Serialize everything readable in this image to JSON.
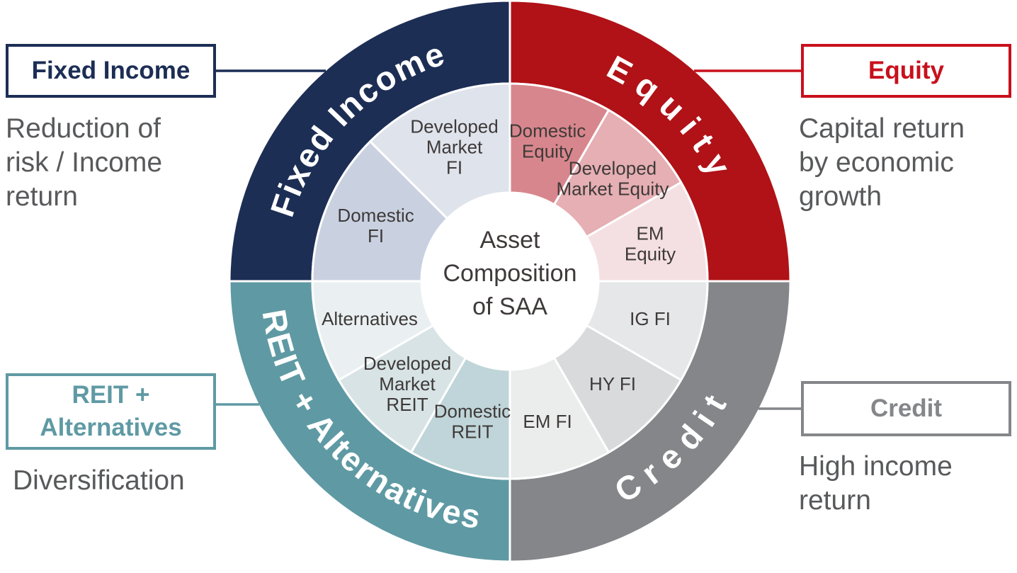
{
  "title": "Asset Composition of SAA",
  "text_color": "#58595b",
  "wheel": {
    "center_lines": [
      "Asset",
      "Composition",
      "of SAA"
    ],
    "quadrants": [
      {
        "id": "fixed-income",
        "label": "Fixed Income",
        "color": "#1d2e55",
        "label_position": "top",
        "start": 180,
        "end": 270,
        "segments": [
          {
            "lines": [
              "Domestic",
              "FI"
            ],
            "color": "#c9d1e1",
            "start": 180,
            "end": 225
          },
          {
            "lines": [
              "Developed",
              "Market",
              "FI"
            ],
            "color": "#dfe3ec",
            "start": 225,
            "end": 270
          }
        ]
      },
      {
        "id": "equity",
        "label": "Equity",
        "color": "#b01217",
        "label_position": "top",
        "start": 270,
        "end": 360,
        "segments": [
          {
            "lines": [
              "Domestic",
              "Equity"
            ],
            "color": "#d8868d",
            "start": 270,
            "end": 300
          },
          {
            "lines": [
              "Developed",
              "Market Equity"
            ],
            "color": "#e5afb3",
            "start": 300,
            "end": 330
          },
          {
            "lines": [
              "EM",
              "Equity"
            ],
            "color": "#f4e0e2",
            "start": 330,
            "end": 360
          }
        ]
      },
      {
        "id": "credit",
        "label": "Credit",
        "color": "#85868a",
        "label_position": "bottom",
        "start": 0,
        "end": 90,
        "segments": [
          {
            "lines": [
              "IG FI"
            ],
            "color": "#e6e7e9",
            "start": 0,
            "end": 30
          },
          {
            "lines": [
              "HY FI"
            ],
            "color": "#d8dadc",
            "start": 30,
            "end": 60
          },
          {
            "lines": [
              "EM FI"
            ],
            "color": "#ebecec",
            "start": 60,
            "end": 90
          }
        ]
      },
      {
        "id": "reit-alternatives",
        "label": "REIT + Alternatives",
        "color": "#5f9aa4",
        "label_position": "bottom",
        "start": 90,
        "end": 180,
        "segments": [
          {
            "lines": [
              "Domestic",
              "REIT"
            ],
            "color": "#c0d5d9",
            "start": 90,
            "end": 120
          },
          {
            "lines": [
              "Developed",
              "Market",
              "REIT"
            ],
            "color": "#d7e3e5",
            "start": 120,
            "end": 150
          },
          {
            "lines": [
              "Alternatives"
            ],
            "color": "#eaf0f1",
            "start": 150,
            "end": 180
          }
        ]
      }
    ]
  },
  "callouts": [
    {
      "id": "fixed-income",
      "box_lines": [
        "Fixed Income"
      ],
      "desc_lines": [
        "Reduction of",
        "risk / Income",
        "return"
      ],
      "color": "#1d2e55"
    },
    {
      "id": "equity",
      "box_lines": [
        "Equity"
      ],
      "desc_lines": [
        "Capital return",
        "by economic",
        "growth"
      ],
      "color": "#c8101c"
    },
    {
      "id": "reit-alternatives",
      "box_lines": [
        "REIT +",
        "Alternatives"
      ],
      "desc_lines": [
        "Diversification"
      ],
      "color": "#5f9aa4"
    },
    {
      "id": "credit",
      "box_lines": [
        "Credit"
      ],
      "desc_lines": [
        "High income",
        "return"
      ],
      "color": "#85868a"
    }
  ]
}
